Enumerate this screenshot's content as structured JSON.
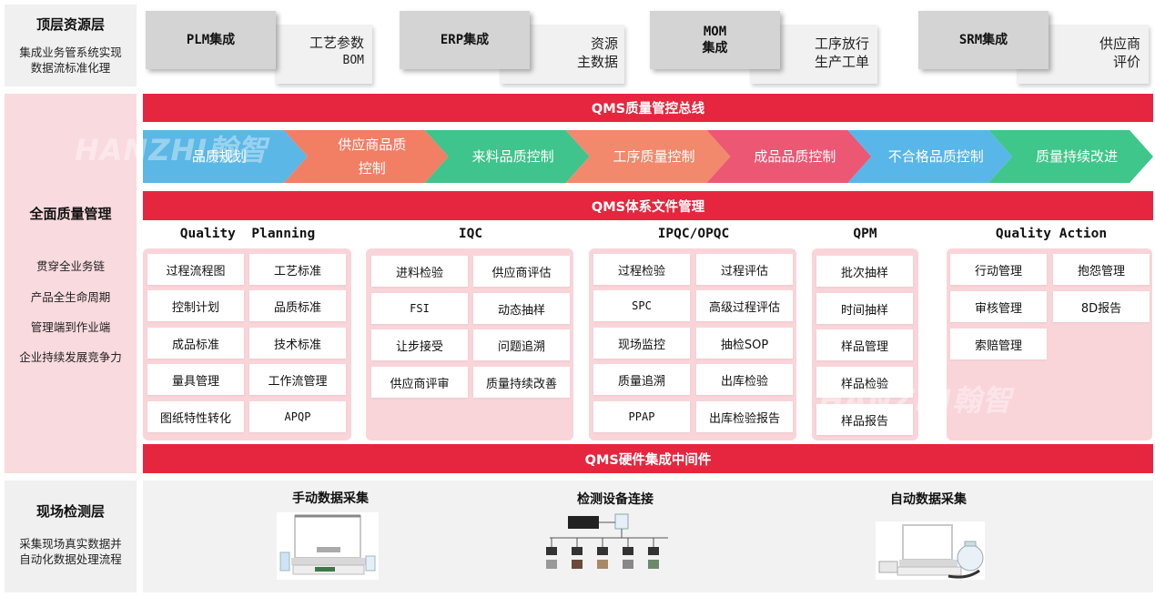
{
  "top_layer": {
    "title": "顶层资源层",
    "desc": [
      "集成业务管系统实现",
      "数据流标准化理"
    ],
    "integrations": [
      {
        "name": "PLM集成",
        "sub": [
          "工艺参数",
          "BOM"
        ]
      },
      {
        "name": "ERP集成",
        "sub": [
          "资源",
          "主数据"
        ]
      },
      {
        "name": "MOM\n集成",
        "sub": [
          "工序放行",
          "生产工单"
        ]
      },
      {
        "name": "SRM集成",
        "sub": [
          "供应商",
          "评价"
        ]
      }
    ]
  },
  "quality_layer": {
    "title": "全面质量管理",
    "points": [
      "贯穿全业务链",
      "产品全生命周期",
      "管理端到作业端",
      "企业持续发展竞争力"
    ]
  },
  "bars": {
    "bus": "QMS质量管控总线",
    "docs": "QMS体系文件管理",
    "middleware": "QMS硬件集成中间件"
  },
  "process_chain": [
    {
      "label": "品质规划",
      "color": "#5bb7e5"
    },
    {
      "label": "供应商品质\n控制",
      "color": "#f27e64"
    },
    {
      "label": "来料品质控制",
      "color": "#3ec48c"
    },
    {
      "label": "工序质量控制",
      "color": "#f2886c"
    },
    {
      "label": "成品品质控制",
      "color": "#ec5774"
    },
    {
      "label": "不合格品质控制",
      "color": "#58b6e8"
    },
    {
      "label": "质量持续改进",
      "color": "#3fc68a"
    }
  ],
  "modules": [
    {
      "title": "Quality  Planning",
      "cells": [
        "过程流程图",
        "工艺标准",
        "控制计划",
        "品质标准",
        "成品标准",
        "技术标准",
        "量具管理",
        "工作流管理",
        "图纸特性转化",
        "APQP"
      ]
    },
    {
      "title": "IQC",
      "cells": [
        "进料检验",
        "供应商评估",
        "FSI",
        "动态抽样",
        "让步接受",
        "问题追溯",
        "供应商评审",
        "质量持续改善"
      ]
    },
    {
      "title": "IPQC/OPQC",
      "cells": [
        "过程检验",
        "过程评估",
        "SPC",
        "高级过程评估",
        "现场监控",
        "抽检SOP",
        "质量追溯",
        "出库检验",
        "PPAP",
        "出库检验报告"
      ]
    },
    {
      "title": "QPM",
      "cells": [
        "批次抽样",
        "时间抽样",
        "样品管理",
        "样品检验",
        "样品报告"
      ]
    },
    {
      "title": "Quality Action",
      "cells": [
        "行动管理",
        "抱怨管理",
        "审核管理",
        "8D报告",
        "索赔管理"
      ]
    }
  ],
  "field_layer": {
    "title": "现场检测层",
    "desc": [
      "采集现场真实数据并",
      "自动化数据处理流程"
    ],
    "sections": [
      "手动数据采集",
      "检测设备连接",
      "自动数据采集"
    ]
  },
  "watermark": "HANZHI翰智",
  "colors": {
    "red": "#e6263e",
    "pink_bg": "#f9d5da",
    "left_pink": "#f9dade",
    "grey": "#f0f0f0"
  }
}
